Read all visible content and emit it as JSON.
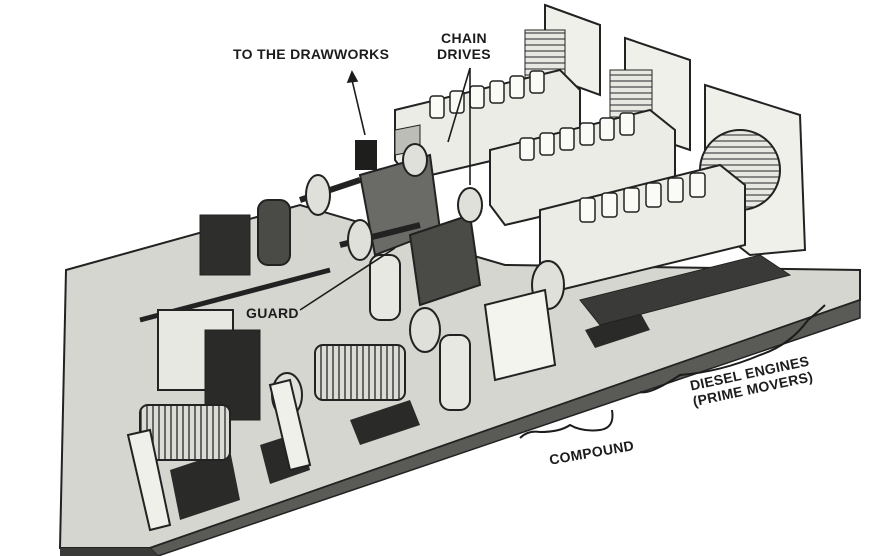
{
  "labels": {
    "drawworks": "TO THE DRAWWORKS",
    "chain_line1": "CHAIN",
    "chain_line2": "DRIVES",
    "guard": "GUARD",
    "compound": "COMPOUND",
    "diesel_line1": "DIESEL ENGINES",
    "diesel_line2": "(PRIME MOVERS)"
  },
  "colors": {
    "ink": "#1c1c1c",
    "platform": "#d6d6d0",
    "platform_side": "#5a5a56",
    "metal": "#ecece6",
    "shadow": "#2a2a28"
  }
}
